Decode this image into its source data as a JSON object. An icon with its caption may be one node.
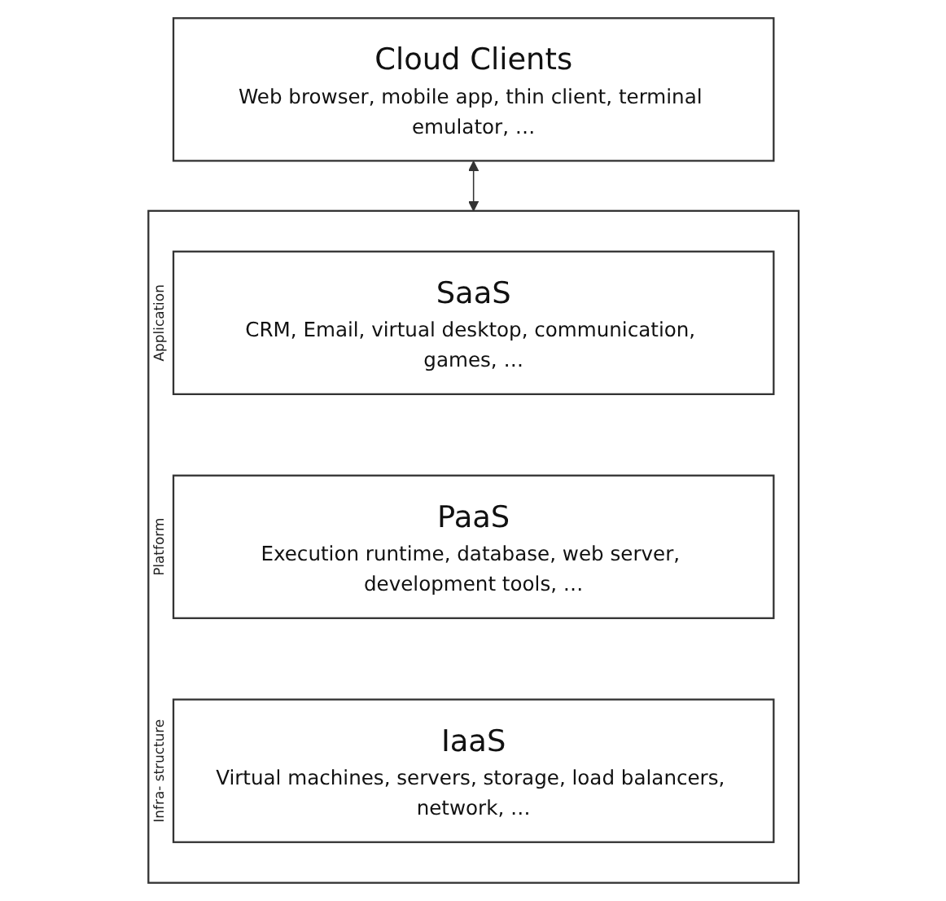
{
  "diagram": {
    "nodes": [
      {
        "text": [
          "Cloud Clients",
          "Web browser, mobile app, thin client, terminal emulator, …"
        ]
      },
      {
        "text": [],
        "shape": "box"
      },
      {
        "text": [
          "SaaS",
          "CRM, Email, virtual desktop, communication, games, …"
        ],
        "in": 1,
        "beside": [
          "Application"
        ]
      },
      {
        "text": [
          "PaaS",
          "Execution runtime, database, web server, development tools, …"
        ],
        "in": 1,
        "beside": [
          "Platform"
        ]
      },
      {
        "text": [
          "IaaS",
          "Virtual machines, servers, storage, load balancers, network, …"
        ],
        "in": 1,
        "beside": [
          "Infra- structure"
        ]
      }
    ],
    "edges": [
      {
        "from": 0,
        "to": 1,
        "arrow": "both"
      }
    ]
  }
}
